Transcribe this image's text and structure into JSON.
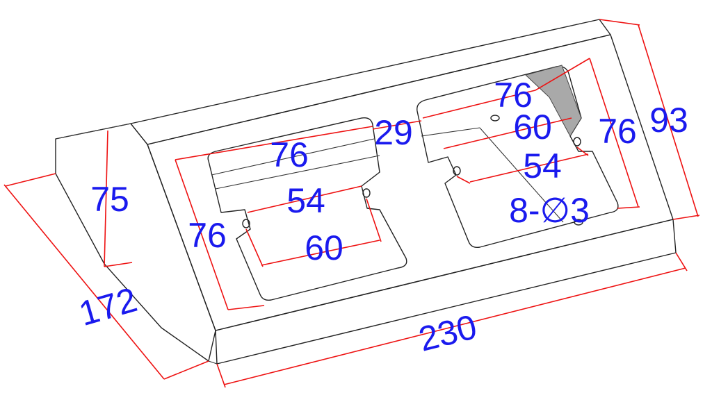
{
  "dimensions": {
    "length": "230",
    "depth": "172",
    "height": "75",
    "overall_height": "93",
    "left_cutout_width": "76",
    "left_cutout_height": "76",
    "left_hole_spacing_outer": "60",
    "left_hole_spacing_inner": "54",
    "gap": "29",
    "right_cutout_width": "76",
    "right_cutout_height": "76",
    "right_hole_spacing_outer": "60",
    "right_hole_spacing_inner": "54",
    "holes": "8-∅3"
  },
  "colors": {
    "dimension_text": "#1a1aee",
    "dimension_line": "#ee1111",
    "face_front": "#f6f6f6",
    "face_side": "#a9a9a9",
    "face_top": "#fbfbfb",
    "base_front": "#ececec"
  }
}
